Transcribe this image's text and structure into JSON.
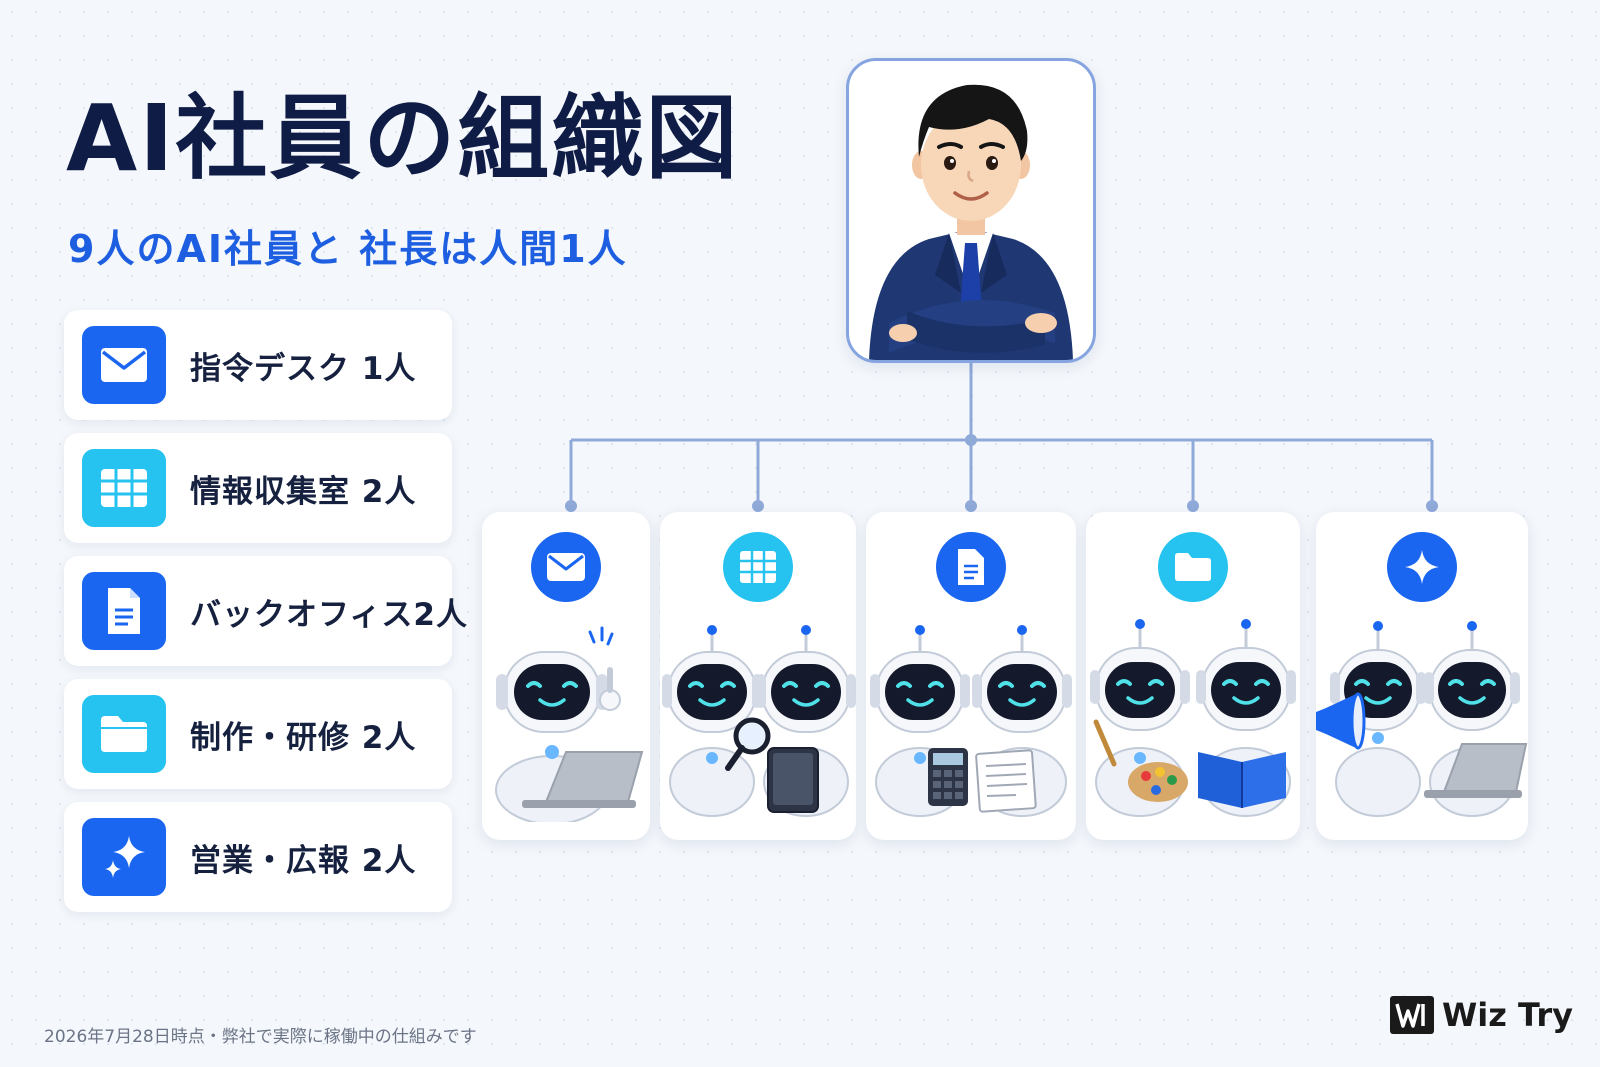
{
  "header": {
    "title": "AI社員の組織図",
    "subtitle": "9人のAI社員と 社長は人間1人"
  },
  "legend": [
    {
      "label": "指令デスク 1人",
      "icon": "mail-icon",
      "color": "#1a66f0"
    },
    {
      "label": "情報収集室 2人",
      "icon": "grid-icon",
      "color": "#26c2f0"
    },
    {
      "label": "バックオフィス2人",
      "icon": "document-icon",
      "color": "#1a66f0"
    },
    {
      "label": "制作・研修 2人",
      "icon": "folder-icon",
      "color": "#26c2f0"
    },
    {
      "label": "営業・広報 2人",
      "icon": "sparkle-icon",
      "color": "#1a66f0"
    }
  ],
  "org": {
    "top": "human-president",
    "departments": [
      {
        "icon": "mail-icon",
        "robots": 1,
        "props": [
          "laptop"
        ]
      },
      {
        "icon": "grid-icon",
        "robots": 2,
        "props": [
          "magnifier",
          "tablet"
        ]
      },
      {
        "icon": "document-icon",
        "robots": 2,
        "props": [
          "calculator",
          "papers"
        ]
      },
      {
        "icon": "folder-icon",
        "robots": 2,
        "props": [
          "palette",
          "book"
        ]
      },
      {
        "icon": "sparkle-icon",
        "robots": 2,
        "props": [
          "megaphone",
          "laptop"
        ]
      }
    ]
  },
  "colors": {
    "accent_blue": "#1a66f0",
    "accent_cyan": "#26c2f0",
    "title_navy": "#0f1c45",
    "connector": "#8fa9d8"
  },
  "footer": {
    "note": "2026年7月28日時点・弊社で実際に稼働中の仕組みです",
    "logo_text": "Wiz Try"
  }
}
